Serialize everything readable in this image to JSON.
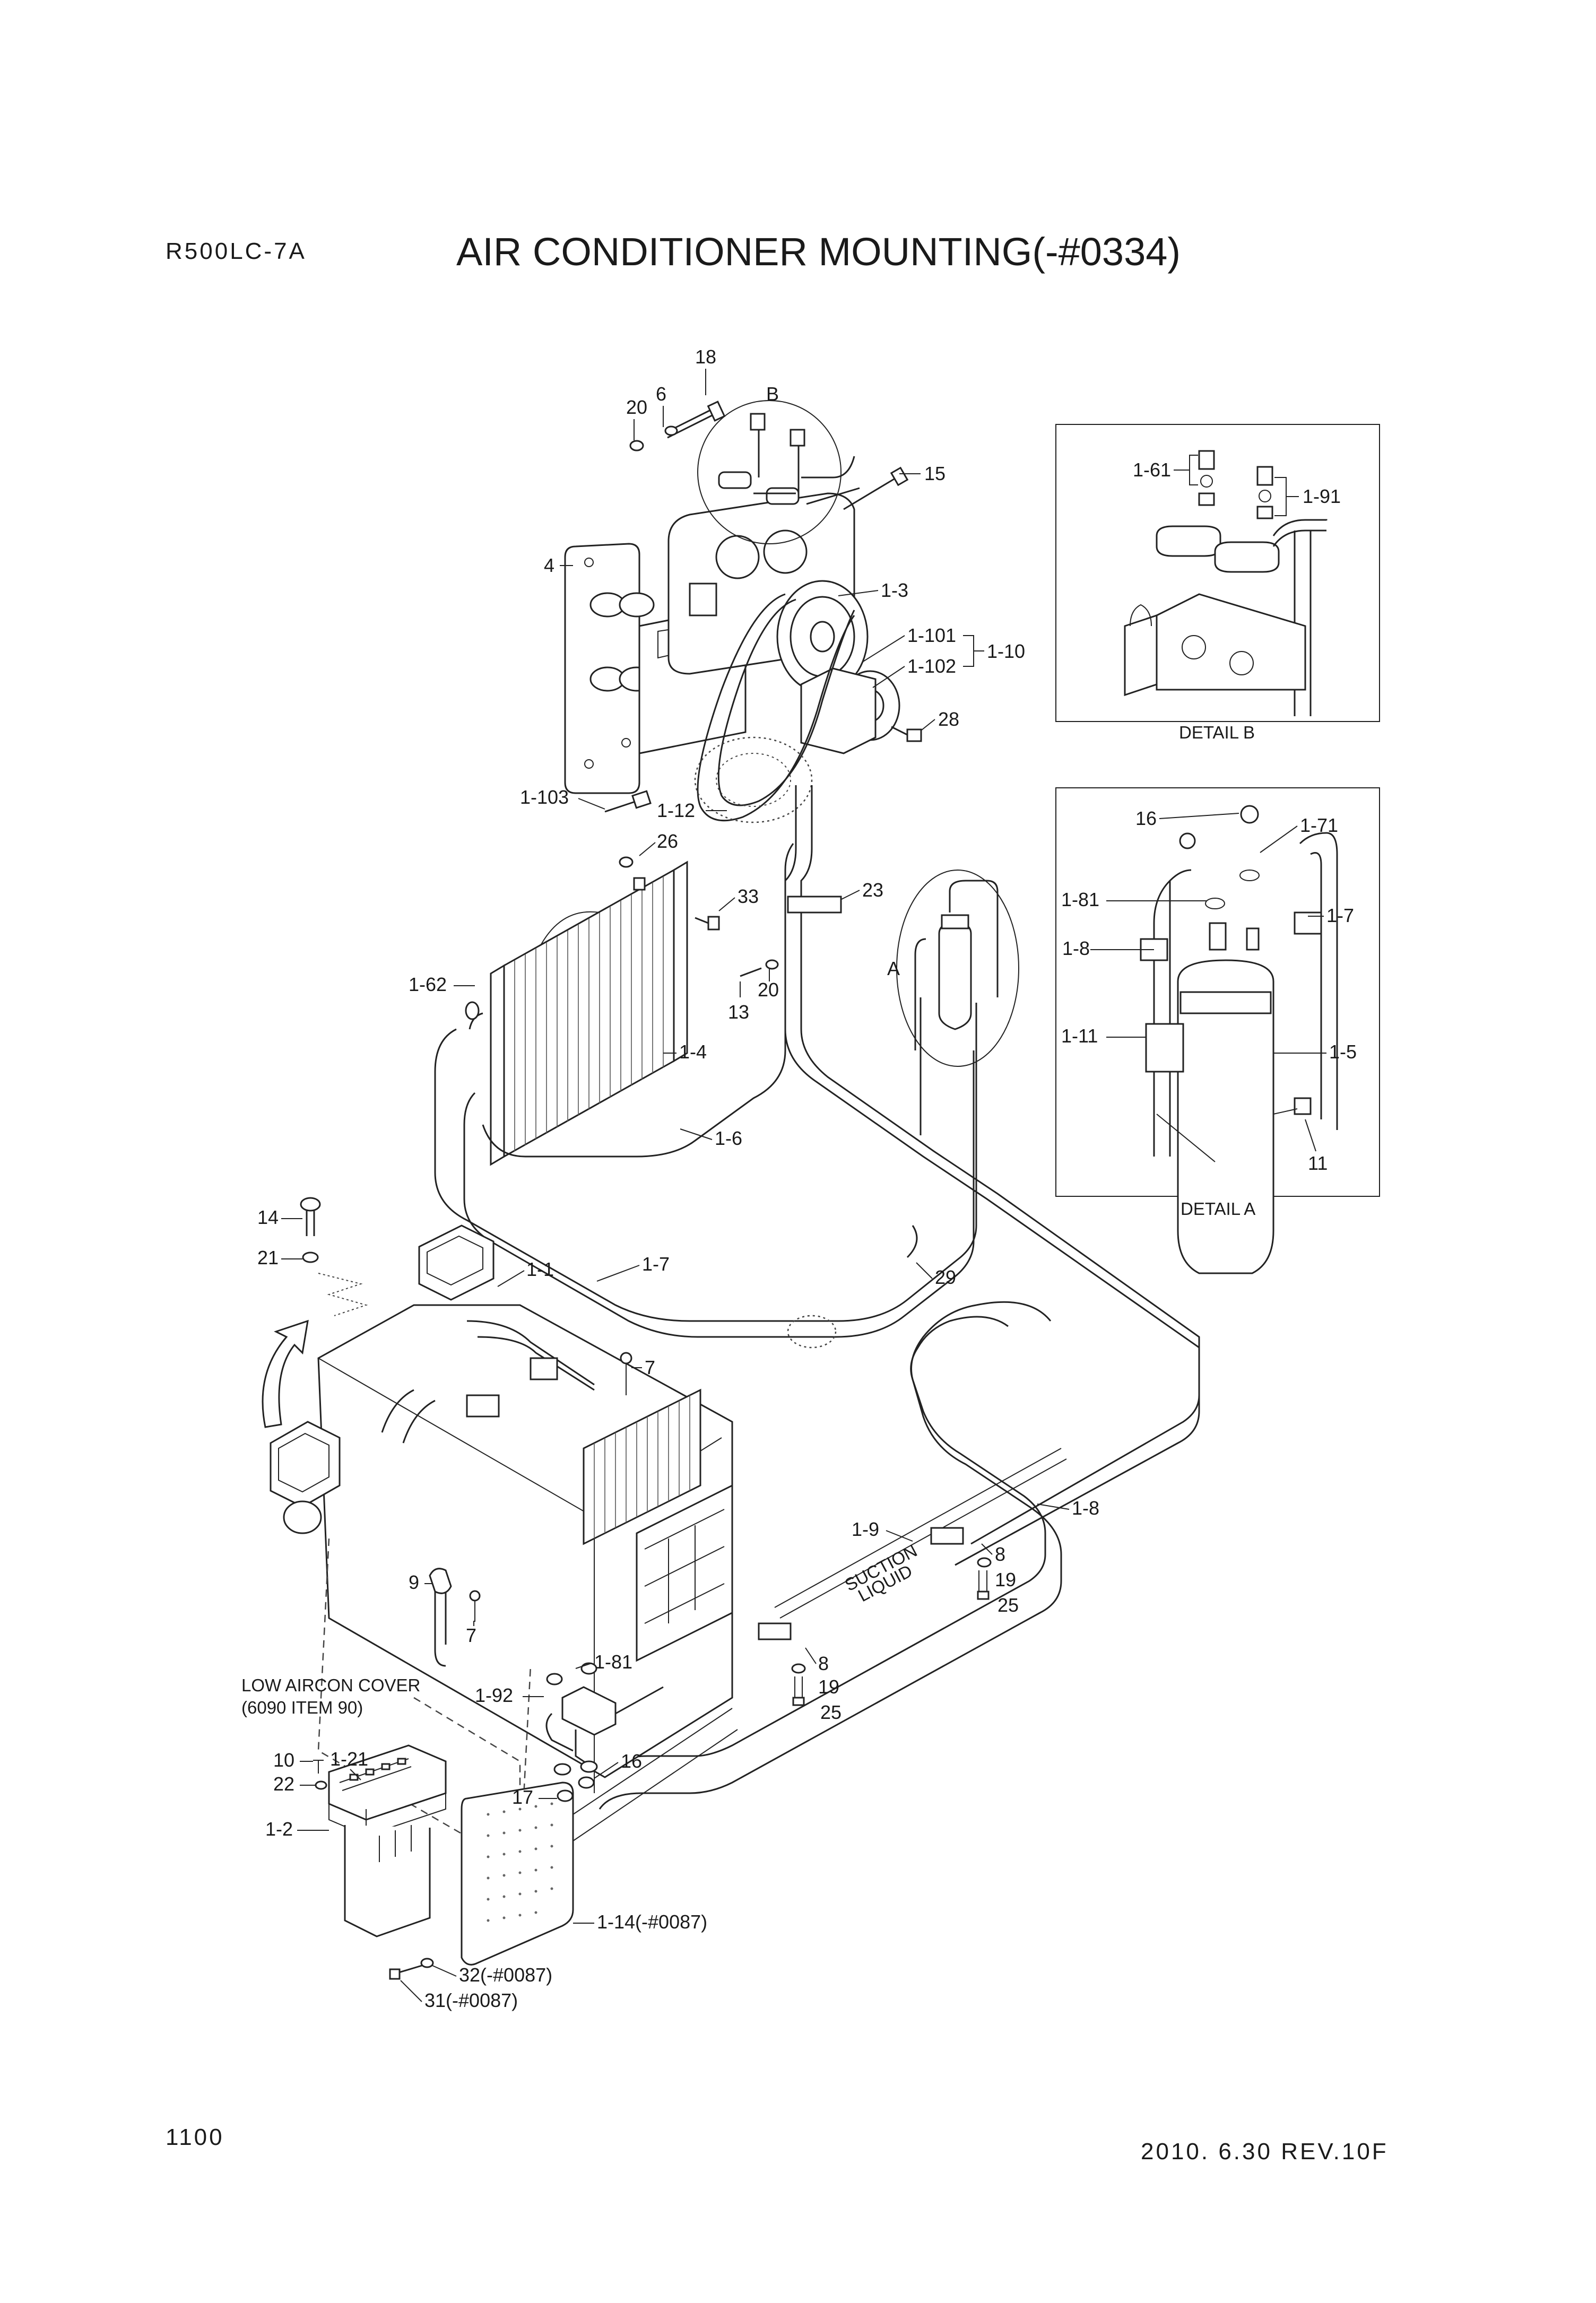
{
  "header": {
    "model": "R500LC-7A",
    "title": "AIR CONDITIONER MOUNTING(-#0334)"
  },
  "footer": {
    "page": "1100",
    "revision": "2010. 6.30  REV.10F"
  },
  "details": {
    "a": "DETAIL A",
    "b": "DETAIL B"
  },
  "view_markers": {
    "a": "A",
    "b": "B"
  },
  "notes": {
    "low_cover_line1": "LOW AIRCON COVER",
    "low_cover_line2": "(6090 ITEM 90)"
  },
  "labels": {
    "p18": "18",
    "p20a": "20",
    "p6": "6",
    "p15": "15",
    "p4": "4",
    "p1_3": "1-3",
    "p1_101": "1-101",
    "p1_102": "1-102",
    "p1_10": "1-10",
    "p28": "28",
    "p1_103": "1-103",
    "p1_12": "1-12",
    "p26": "26",
    "p33": "33",
    "p23": "23",
    "p1_62": "1-62",
    "p13": "13",
    "p20b": "20",
    "p1_4": "1-4",
    "p1_6": "1-6",
    "p14": "14",
    "p21": "21",
    "p1_1": "1-1",
    "p1_7": "1-7",
    "p29": "29",
    "p7a": "7",
    "p1_8": "1-8",
    "p1_9": "1-9",
    "p8a": "8",
    "p19a": "19",
    "p25a": "25",
    "p9": "9",
    "p7b": "7",
    "p1_81": "1-81",
    "p8b": "8",
    "p19b": "19",
    "p25b": "25",
    "p1_92": "1-92",
    "p1_21": "1-21",
    "p16": "16",
    "p10": "10",
    "p22": "22",
    "p17": "17",
    "p1_2": "1-2",
    "p1_14": "1-14(-#0087)",
    "p32": "32(-#0087)",
    "p31": "31(-#0087)",
    "b1_61": "1-61",
    "b1_91": "1-91",
    "a16": "16",
    "a1_71": "1-71",
    "a1_81": "1-81",
    "a1_7": "1-7",
    "a1_8": "1-8",
    "a1_11": "1-11",
    "a1_5": "1-5",
    "a11": "11"
  },
  "hose_markings": {
    "suction": "SUCTION",
    "liquid": "LIQUID"
  }
}
